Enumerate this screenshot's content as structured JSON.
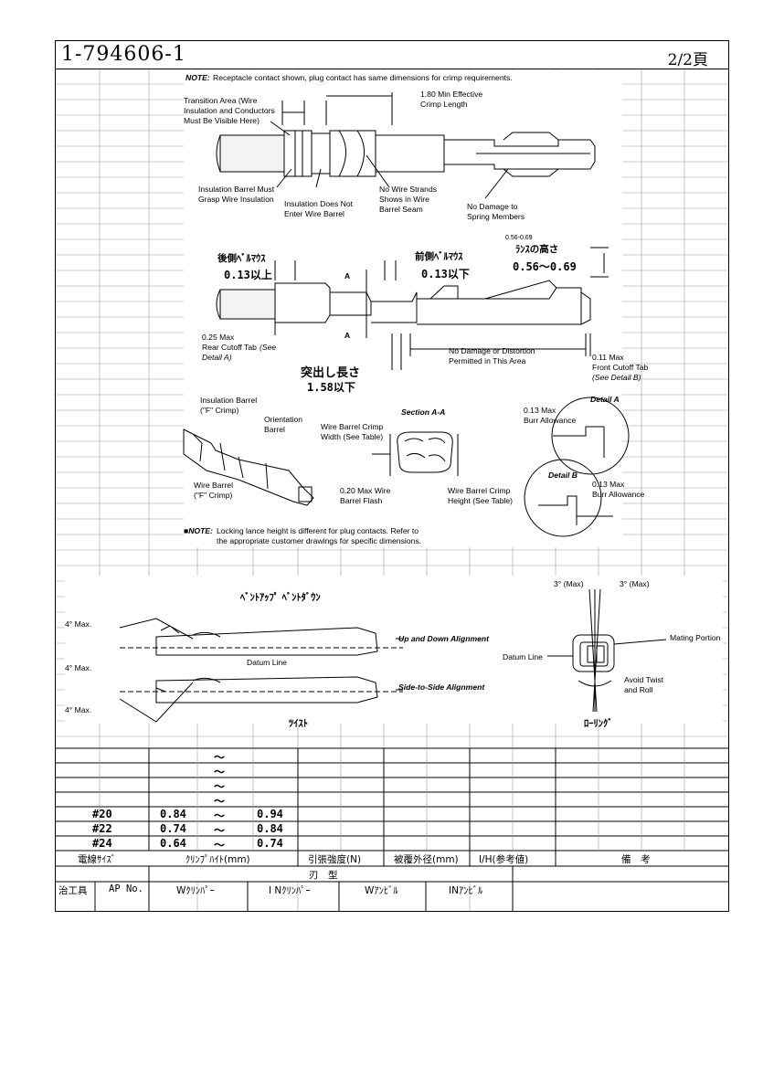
{
  "header": {
    "part_number": "1-794606-1",
    "page": "2/2頁"
  },
  "notes": {
    "top": "Receptacle contact shown, plug contact has same dimensions for crimp requirements.",
    "top_prefix": "NOTE:",
    "bottom_prefix": "■NOTE:",
    "bottom_line1": "Locking lance height is different for plug contacts. Refer to",
    "bottom_line2": "the appropriate customer drawings for specific dimensions."
  },
  "fig1": {
    "transition_1": "Transition Area (Wire",
    "transition_2": "Insulation and Conductors",
    "transition_3": "Must Be Visible Here)",
    "effective_1": "1.80 Min Effective",
    "effective_2": "Crimp Length",
    "ins_barrel_1": "Insulation Barrel Must",
    "ins_barrel_2": "Grasp Wire Insulation",
    "ins_not_1": "Insulation Does Not",
    "ins_not_2": "Enter Wire Barrel",
    "strands_1": "No Wire Strands",
    "strands_2": "Shows in Wire",
    "strands_3": "Barrel Seam",
    "spring_1": "No Damage to",
    "spring_2": "Spring Members"
  },
  "fig2": {
    "rear_bell_jp": "後側ﾍﾞﾙﾏｳｽ",
    "rear_bell_val": "0.13以上",
    "front_bell_jp": "前側ﾍﾞﾙﾏｳｽ",
    "front_bell_val": "0.13以下",
    "lance_height_jp": "ﾗﾝｽの高さ",
    "lance_height_val": "0.56～0.69",
    "lance_small": "0.56-0.69",
    "a_label": "A",
    "rear_tab_1": "0.25 Max",
    "rear_tab_2": "Rear Cutoff Tab",
    "rear_tab_3": "(See",
    "rear_tab_4": "Detail A)",
    "distortion_1": "No Damage or Distortion",
    "distortion_2": "Permitted in This Area",
    "front_tab_1": "0.11 Max",
    "front_tab_2": "Front Cutoff Tab",
    "front_tab_3": "(See Detail B)",
    "protrusion_jp": "突出し長さ",
    "protrusion_val": "1.58以下"
  },
  "fig3": {
    "ins_f_1": "Insulation Barrel",
    "ins_f_2": "(\"F\" Crimp)",
    "orient_1": "Orientation",
    "orient_2": "Barrel",
    "wire_f_1": "Wire Barrel",
    "wire_f_2": "(\"F\" Crimp)",
    "section": "Section A-A",
    "crimp_width_1": "Wire Barrel Crimp",
    "crimp_width_2": "Width (See Table)",
    "flash_1": "0.20 Max Wire",
    "flash_2": "Barrel Flash",
    "crimp_height_1": "Wire Barrel Crimp",
    "crimp_height_2": "Height (See Table)",
    "detail_a": "Detail A",
    "burr_a_1": "0.13 Max",
    "burr_a_2": "Burr Allowance",
    "detail_b": "Detail B",
    "burr_b_1": "0.13 Max",
    "burr_b_2": "Burr Allowance"
  },
  "fig4": {
    "bend_jp": "ﾍﾞﾝﾄｱｯﾌﾟ ﾍﾞﾝﾄﾀﾞｳﾝ",
    "max1": "4° Max.",
    "max2": "4° Max.",
    "max3": "4° Max.",
    "datum": "Datum Line",
    "updown": "Up and Down Alignment",
    "sidetoside": "Side-to-Side Alignment",
    "twist_jp": "ﾂｲｽﾄ",
    "deg_left": "3° (Max)",
    "deg_right": "3° (Max)",
    "mating": "Mating Portion",
    "datum_r": "Datum Line",
    "avoid_1": "Avoid Twist",
    "avoid_2": "and Roll",
    "rolling_jp": "ﾛｰﾘﾝｸﾞ"
  },
  "table": {
    "tilde": "～",
    "rows": [
      {
        "size": "#20",
        "min": "0.84",
        "max": "0.94"
      },
      {
        "size": "#22",
        "min": "0.74",
        "max": "0.84"
      },
      {
        "size": "#24",
        "min": "0.64",
        "max": "0.74"
      }
    ],
    "headers": {
      "wire": "電線ｻｲｽﾞ",
      "crimp": "ｸﾘﾝﾌﾟﾊｲﾄ(mm)",
      "tensile": "引張強度(N)",
      "od": "被覆外径(mm)",
      "ih": "I/H(参考値)",
      "remarks": "備　考"
    },
    "die": "刃　型",
    "tool_row": {
      "tool": "治工具",
      "ap": "AP No.",
      "w_crimper": "Wｸﾘﾝﾊﾟｰ",
      "in_crimper": "I Nｸﾘﾝﾊﾟｰ",
      "w_anvil": "Wｱﾝﾋﾞﾙ",
      "in_anvil": "INｱﾝﾋﾞﾙ"
    }
  }
}
